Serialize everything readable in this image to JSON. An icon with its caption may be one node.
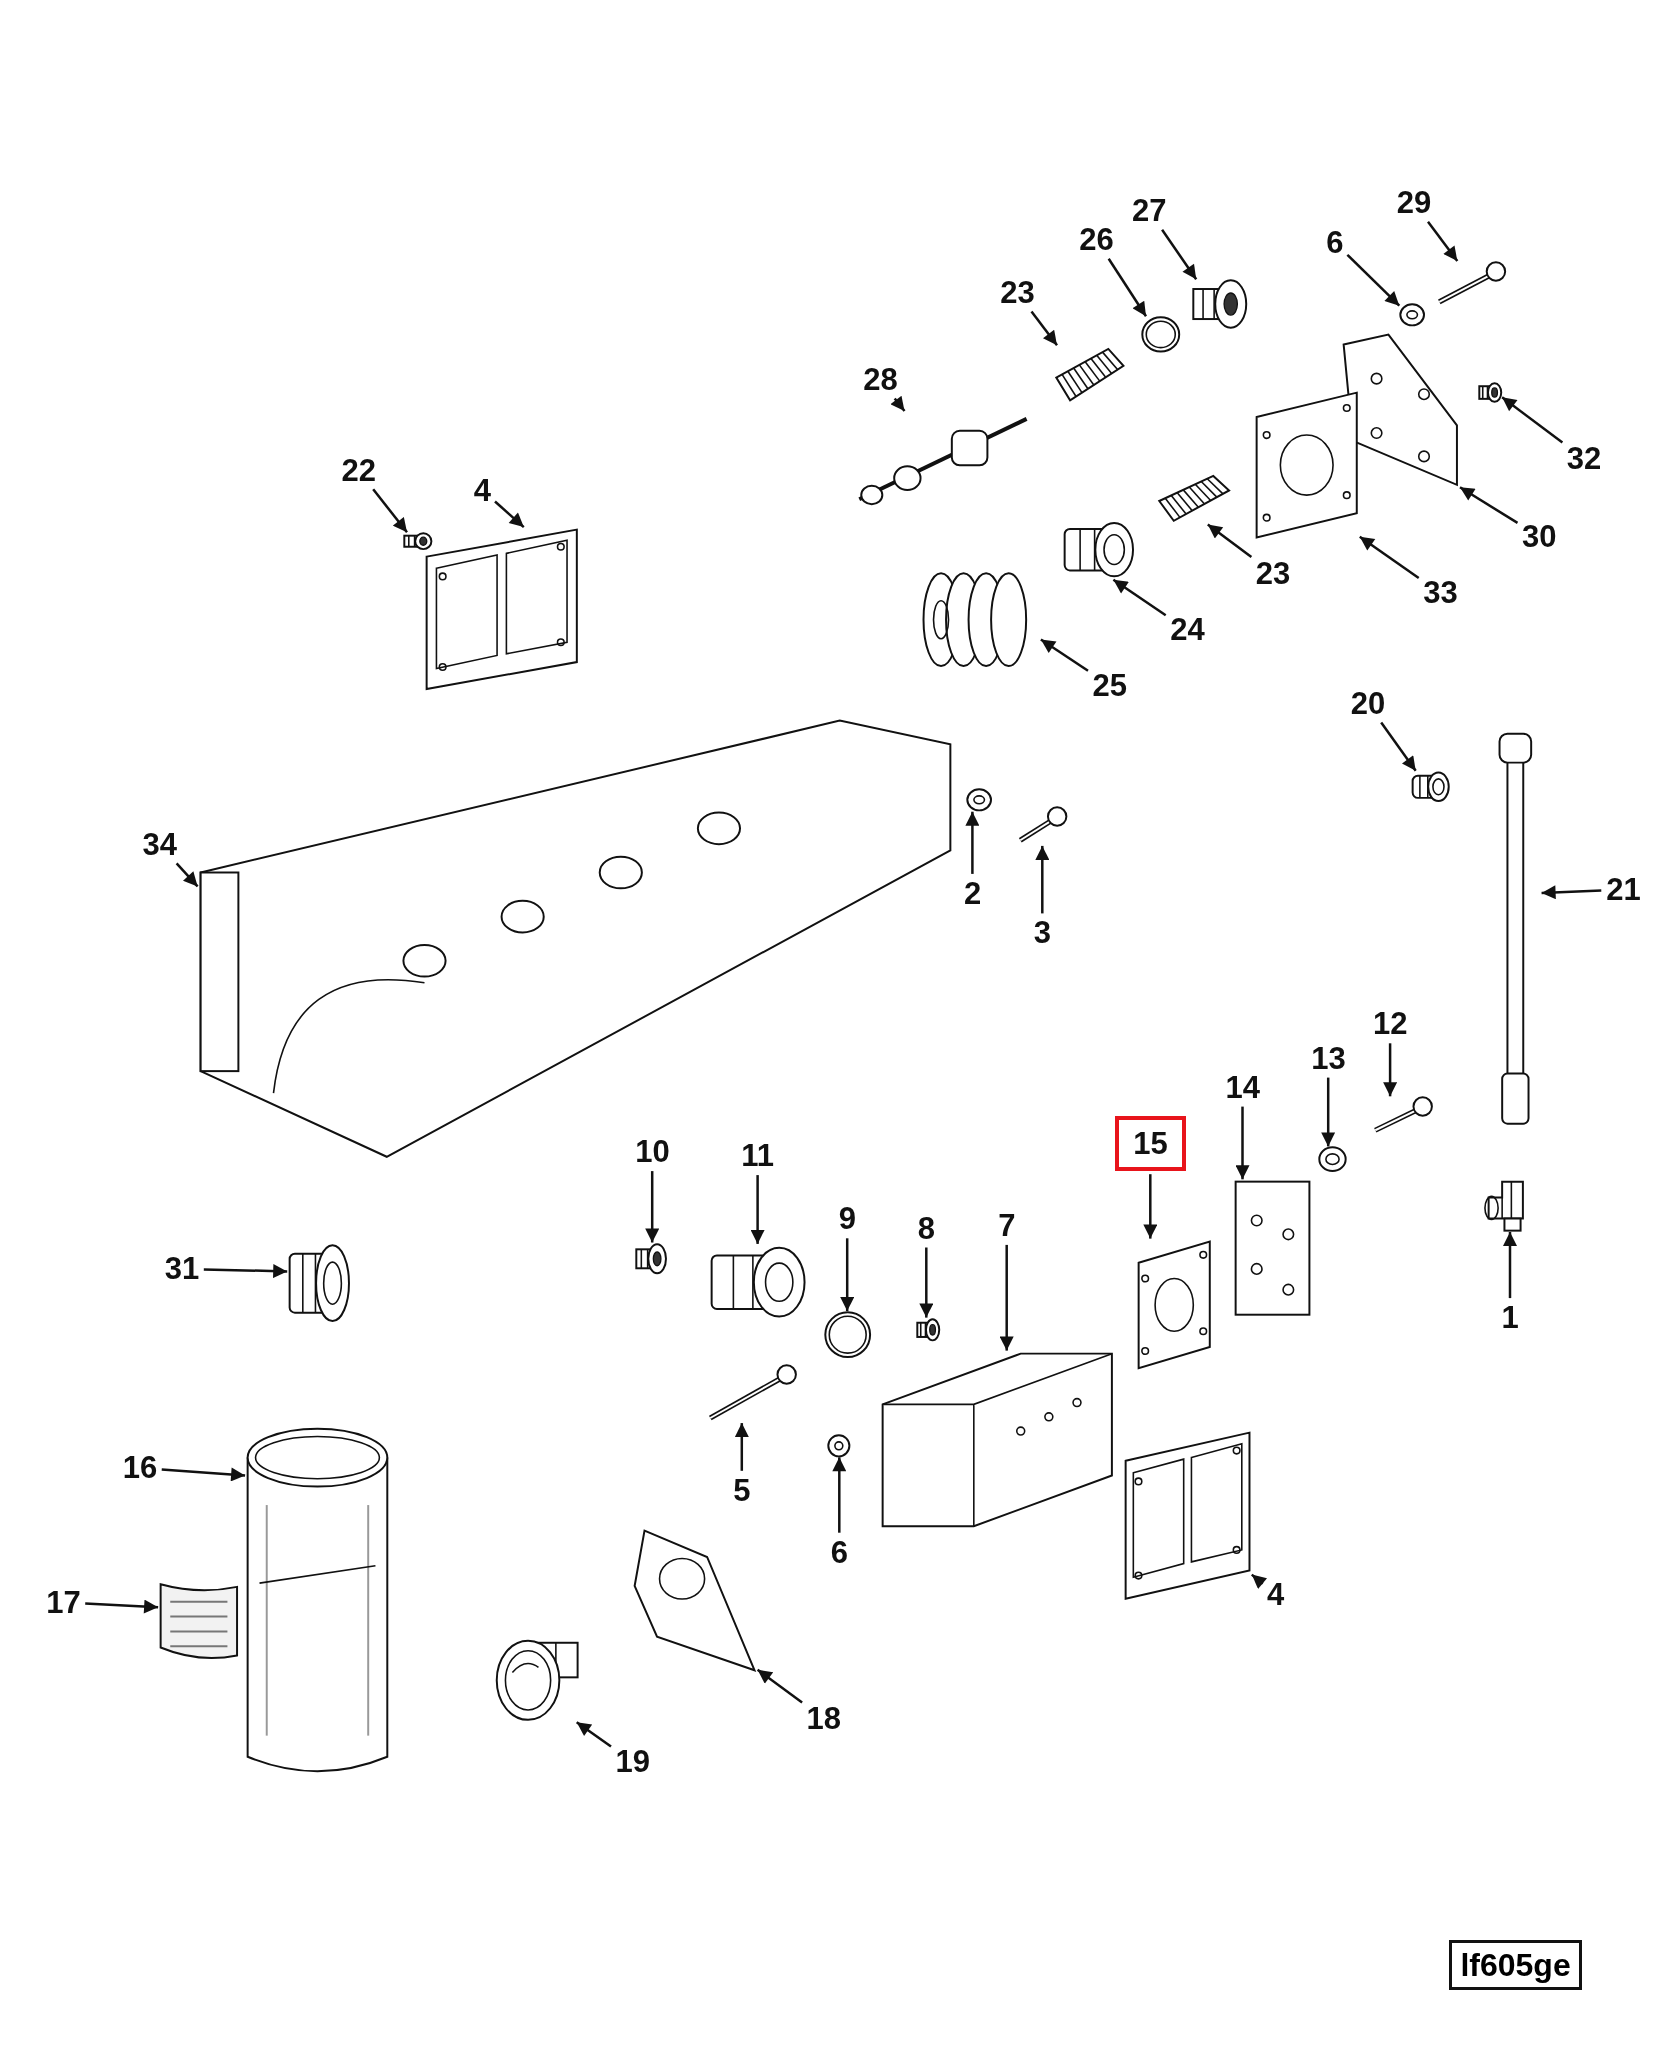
{
  "diagram": {
    "nodes": [
      {
        "text": [
          "22"
        ]
      },
      {
        "text": [
          "4"
        ]
      },
      {
        "text": [
          "23"
        ]
      },
      {
        "text": [
          "26"
        ]
      },
      {
        "text": [
          "27"
        ]
      },
      {
        "text": [
          "28"
        ]
      },
      {
        "text": [
          "6"
        ]
      },
      {
        "text": [
          "29"
        ]
      },
      {
        "text": [
          "32"
        ]
      },
      {
        "text": [
          "30"
        ]
      },
      {
        "text": [
          "33"
        ]
      },
      {
        "text": [
          "23"
        ]
      },
      {
        "text": [
          "24"
        ]
      },
      {
        "text": [
          "25"
        ]
      },
      {
        "text": [
          "20"
        ]
      },
      {
        "text": [
          "21"
        ]
      },
      {
        "text": [
          "34"
        ]
      },
      {
        "text": [
          "2"
        ]
      },
      {
        "text": [
          "3"
        ]
      },
      {
        "text": [
          "10"
        ]
      },
      {
        "text": [
          "11"
        ]
      },
      {
        "text": [
          "9"
        ]
      },
      {
        "text": [
          "8"
        ]
      },
      {
        "text": [
          "7"
        ]
      },
      {
        "text": [
          "15"
        ]
      },
      {
        "text": [
          "14"
        ]
      },
      {
        "text": [
          "13"
        ]
      },
      {
        "text": [
          "12"
        ]
      },
      {
        "text": [
          "1"
        ]
      },
      {
        "text": [
          "31"
        ]
      },
      {
        "text": [
          "16"
        ]
      },
      {
        "text": [
          "17"
        ]
      },
      {
        "text": [
          "5"
        ]
      },
      {
        "text": [
          "6"
        ]
      },
      {
        "text": [
          "4"
        ]
      },
      {
        "text": [
          "18"
        ]
      },
      {
        "text": [
          "19"
        ]
      },
      {
        "text": [],
        "shape": "picture"
      },
      {
        "text": [],
        "shape": "picture"
      },
      {
        "text": [],
        "shape": "picture"
      },
      {
        "text": [],
        "shape": "picture"
      },
      {
        "text": [],
        "shape": "picture"
      },
      {
        "text": [],
        "shape": "picture"
      },
      {
        "text": [],
        "shape": "picture"
      },
      {
        "text": [],
        "shape": "picture"
      },
      {
        "text": [],
        "shape": "picture"
      },
      {
        "text": [],
        "shape": "picture"
      },
      {
        "text": [],
        "shape": "picture"
      },
      {
        "text": [],
        "shape": "picture"
      },
      {
        "text": [],
        "shape": "picture"
      },
      {
        "text": [],
        "shape": "picture"
      },
      {
        "text": [],
        "shape": "picture"
      },
      {
        "text": [],
        "shape": "picture"
      },
      {
        "text": [],
        "shape": "picture"
      },
      {
        "text": [],
        "shape": "picture"
      },
      {
        "text": [],
        "shape": "picture"
      },
      {
        "text": [],
        "shape": "picture"
      },
      {
        "text": [],
        "shape": "picture"
      },
      {
        "text": [],
        "shape": "picture"
      },
      {
        "text": [],
        "shape": "picture"
      },
      {
        "text": [],
        "shape": "picture"
      },
      {
        "text": [],
        "shape": "picture"
      },
      {
        "text": [],
        "shape": "picture"
      },
      {
        "text": [],
        "shape": "picture"
      },
      {
        "text": [],
        "shape": "picture"
      },
      {
        "text": [],
        "shape": "picture"
      },
      {
        "text": [],
        "shape": "picture"
      },
      {
        "text": [],
        "shape": "picture"
      },
      {
        "text": [],
        "shape": "picture"
      },
      {
        "text": [],
        "shape": "picture"
      },
      {
        "text": [],
        "shape": "picture"
      },
      {
        "text": [],
        "shape": "picture"
      },
      {
        "text": [],
        "shape": "picture"
      },
      {
        "text": [],
        "shape": "picture"
      }
    ],
    "edges": [
      {
        "from": 0,
        "to": 37,
        "arrow": "to"
      },
      {
        "from": 1,
        "to": 38,
        "arrow": "to"
      },
      {
        "from": 2,
        "to": 39,
        "arrow": "to"
      },
      {
        "from": 3,
        "to": 40,
        "arrow": "to"
      },
      {
        "from": 4,
        "to": 41,
        "arrow": "to"
      },
      {
        "from": 5,
        "to": 42,
        "arrow": "to"
      },
      {
        "from": 6,
        "to": 43,
        "arrow": "to"
      },
      {
        "from": 7,
        "to": 44,
        "arrow": "to"
      },
      {
        "from": 8,
        "to": 45,
        "arrow": "to"
      },
      {
        "from": 9,
        "to": 46,
        "arrow": "to"
      },
      {
        "from": 10,
        "to": 47,
        "arrow": "to"
      },
      {
        "from": 11,
        "to": 48,
        "arrow": "to"
      },
      {
        "from": 12,
        "to": 49,
        "arrow": "to"
      },
      {
        "from": 13,
        "to": 50,
        "arrow": "to"
      },
      {
        "from": 14,
        "to": 51,
        "arrow": "to"
      },
      {
        "from": 15,
        "to": 52,
        "arrow": "to"
      },
      {
        "from": 16,
        "to": 53,
        "arrow": "to"
      },
      {
        "from": 17,
        "to": 54,
        "arrow": "to"
      },
      {
        "from": 18,
        "to": 55,
        "arrow": "to"
      },
      {
        "from": 19,
        "to": 56,
        "arrow": "to"
      },
      {
        "from": 20,
        "to": 57,
        "arrow": "to"
      },
      {
        "from": 21,
        "to": 58,
        "arrow": "to"
      },
      {
        "from": 22,
        "to": 59,
        "arrow": "to"
      },
      {
        "from": 23,
        "to": 60,
        "arrow": "to"
      },
      {
        "from": 24,
        "to": 61,
        "arrow": "to"
      },
      {
        "from": 25,
        "to": 62,
        "arrow": "to"
      },
      {
        "from": 26,
        "to": 63,
        "arrow": "to"
      },
      {
        "from": 27,
        "to": 64,
        "arrow": "to"
      },
      {
        "from": 28,
        "to": 65,
        "arrow": "to"
      },
      {
        "from": 29,
        "to": 66,
        "arrow": "to"
      },
      {
        "from": 30,
        "to": 67,
        "arrow": "to"
      },
      {
        "from": 31,
        "to": 68,
        "arrow": "to"
      },
      {
        "from": 32,
        "to": 69,
        "arrow": "to"
      },
      {
        "from": 33,
        "to": 70,
        "arrow": "to"
      },
      {
        "from": 34,
        "to": 71,
        "arrow": "to"
      },
      {
        "from": 35,
        "to": 72,
        "arrow": "to"
      },
      {
        "from": 36,
        "to": 73,
        "arrow": "to"
      }
    ],
    "labels": [
      "lf605ge"
    ]
  }
}
